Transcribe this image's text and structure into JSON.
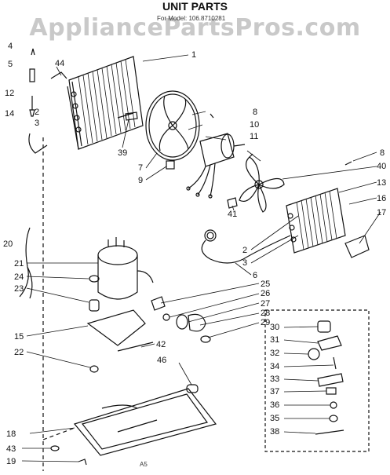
{
  "title": "UNIT PARTS",
  "subtitle": "For Model: 106.8710281",
  "watermark": "AppliancePartsPros.com",
  "footer": "A5",
  "callouts": [
    "1",
    "2",
    "3",
    "4",
    "5",
    "6",
    "7",
    "8",
    "9",
    "10",
    "11",
    "12",
    "13",
    "14",
    "15",
    "16",
    "17",
    "18",
    "19",
    "20",
    "21",
    "22",
    "23",
    "24",
    "25",
    "26",
    "27",
    "28",
    "29",
    "30",
    "31",
    "32",
    "33",
    "34",
    "35",
    "36",
    "37",
    "38",
    "39",
    "40",
    "41",
    "42",
    "43",
    "44",
    "46"
  ]
}
